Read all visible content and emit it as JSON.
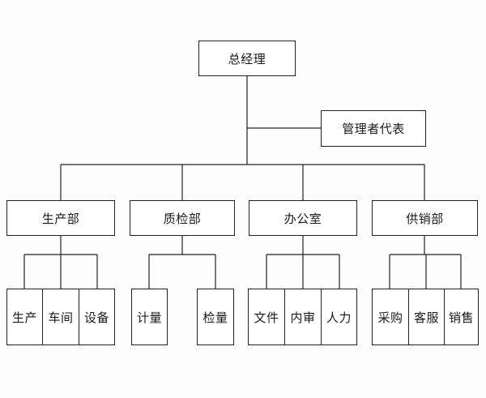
{
  "diagram": {
    "top": "总经理",
    "rep": "管理者代表",
    "departments": [
      {
        "name": "生产部",
        "units": [
          "生产",
          "车间",
          "设备"
        ]
      },
      {
        "name": "质检部",
        "units": [
          "计量",
          "检量"
        ]
      },
      {
        "name": "办公室",
        "units": [
          "文件",
          "内审",
          "人力"
        ]
      },
      {
        "name": "供销部",
        "units": [
          "采购",
          "客服",
          "销售"
        ]
      }
    ]
  },
  "colors": {
    "line": "#222222",
    "box_border": "#222222",
    "text": "#1a1a1a"
  }
}
